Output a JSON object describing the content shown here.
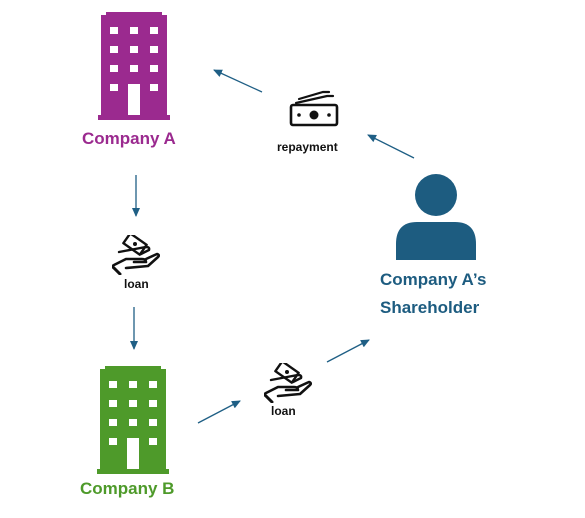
{
  "colors": {
    "company_a": "#9b2a8f",
    "company_b": "#4e9a2a",
    "shareholder": "#1d5c80",
    "arrow": "#1f5f85",
    "icon": "#111111"
  },
  "nodes": {
    "company_a": {
      "label": "Company A",
      "icon": "office-building-icon"
    },
    "company_b": {
      "label": "Company B",
      "icon": "office-building-icon"
    },
    "shareholder": {
      "label_line1": "Company A’s",
      "label_line2": "Shareholder",
      "icon": "person-icon"
    }
  },
  "flows": {
    "loan_a_to_b": {
      "label": "loan",
      "icon": "hand-with-money-icon"
    },
    "loan_b_to_shareholder": {
      "label": "loan",
      "icon": "hand-with-money-icon"
    },
    "repayment_to_a": {
      "label": "repayment",
      "icon": "banknotes-icon"
    }
  }
}
